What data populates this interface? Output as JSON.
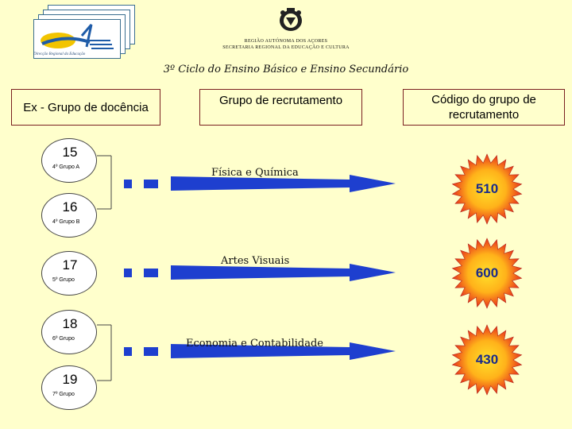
{
  "header": {
    "region_line1": "REGIÃO AUTÓNOMA DOS AÇORES",
    "region_line2": "SECRETARIA REGIONAL DA EDUCAÇÃO E CULTURA",
    "logo_text": "Direcção Regional da Educação",
    "subtitle": "3º Ciclo do Ensino Básico e Ensino Secundário"
  },
  "columns": {
    "col1": "Ex - Grupo de docência",
    "col2": "Grupo de recrutamento",
    "col3": "Código do grupo de recrutamento"
  },
  "former_groups": [
    {
      "number": "15",
      "label": "4º Grupo A"
    },
    {
      "number": "16",
      "label": "4º Grupo B"
    },
    {
      "number": "17",
      "label": "5º Grupo"
    },
    {
      "number": "18",
      "label": "6º Grupo"
    },
    {
      "number": "19",
      "label": "7º Grupo"
    }
  ],
  "recruitment_groups": [
    {
      "name": "Física e Química",
      "code": "510"
    },
    {
      "name": "Artes Visuais",
      "code": "600"
    },
    {
      "name": "Economia e Contabilidade",
      "code": "430"
    }
  ],
  "colors": {
    "background": "#FFFFCC",
    "arrow": "#1E3FCF",
    "burst_center": "#FFD21A",
    "burst_edge": "#E8321C",
    "code_text": "#1B2B8A",
    "header_border": "#7A2020"
  }
}
